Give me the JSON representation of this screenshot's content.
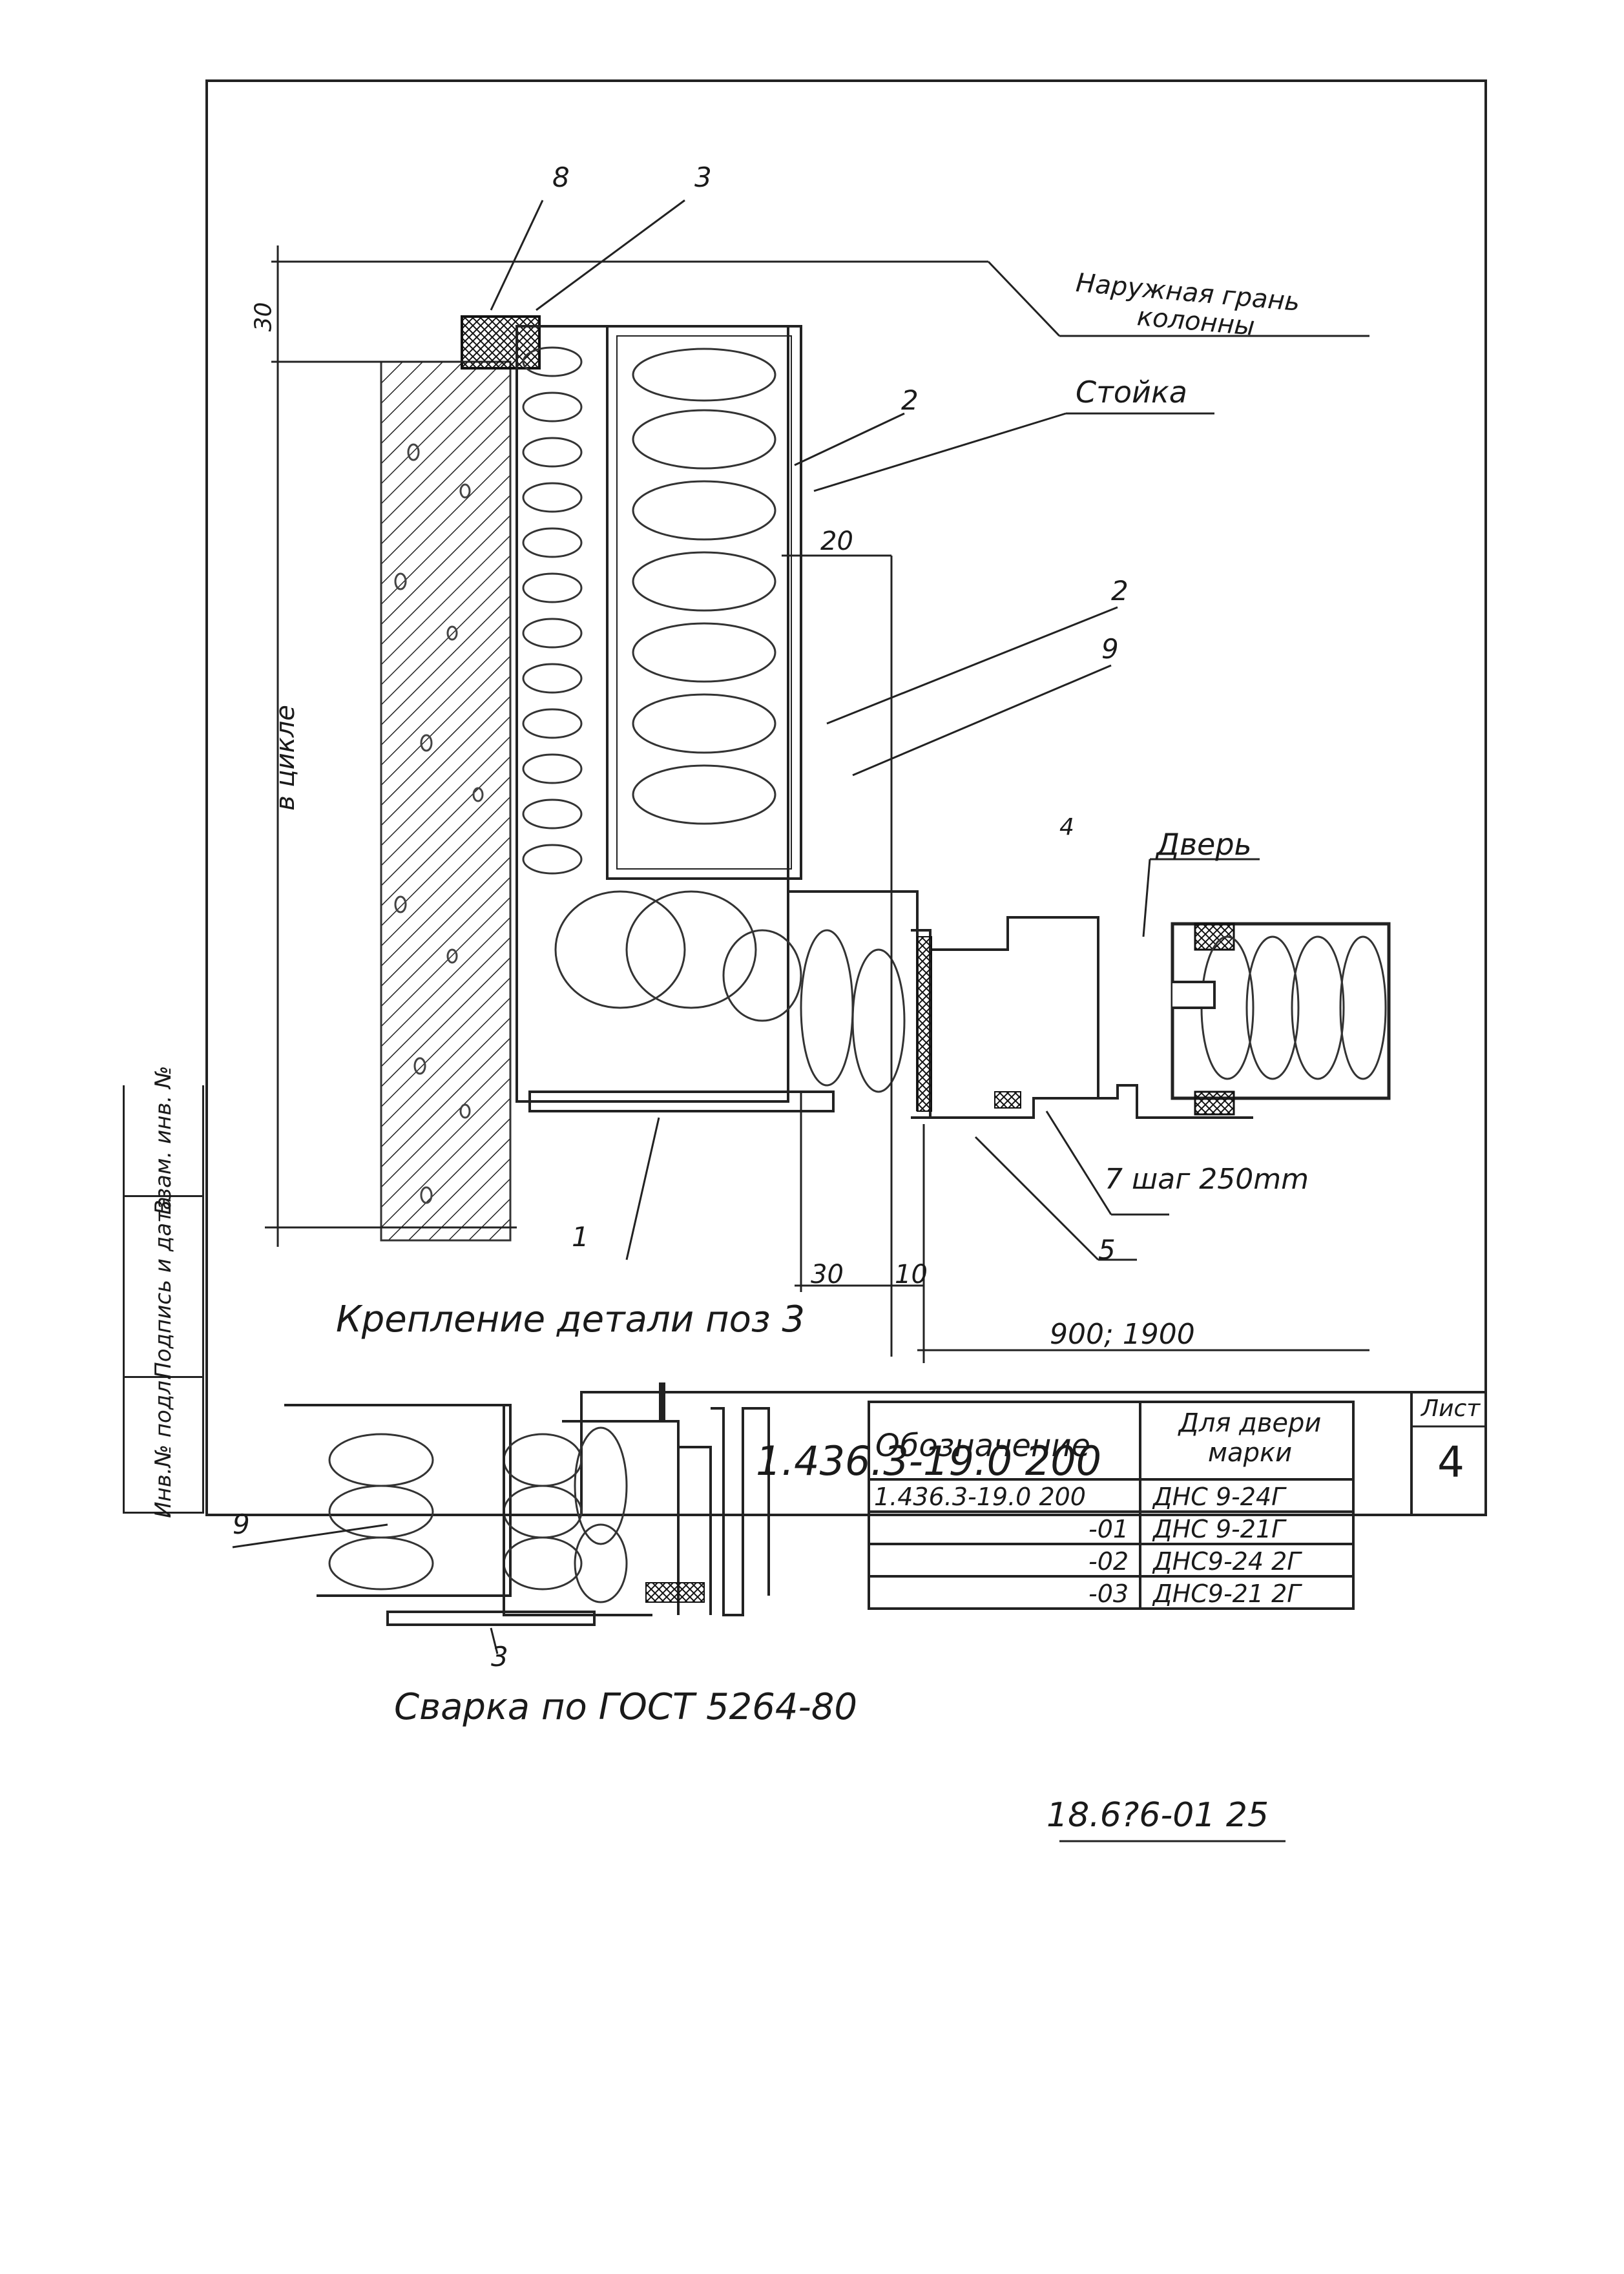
{
  "document_code": "1.436.3-19.0 200",
  "sheet": {
    "label": "Лист",
    "number": "4"
  },
  "footer_code": "18.6?6-01 25",
  "labels": {
    "outer_face_line1": "Наружная грань",
    "outer_face_line2": "колонны",
    "post": "Стойка",
    "door": "Дверь",
    "pitch": "7  шаг 250mm",
    "in_light": "в цикле",
    "fastening_caption": "Крепление детали поз 3",
    "welding_caption": "Сварка по ГОСТ 5264-80"
  },
  "position_marks": {
    "p8": "8",
    "p3": "3",
    "p2a": "2",
    "p2b": "2",
    "p9": "9",
    "p1": "1",
    "p5": "5",
    "p9b": "9",
    "p3b": "3",
    "p4": "4"
  },
  "dimensions": {
    "d30_top": "30",
    "d20": "20",
    "d30_bottom": "30",
    "d10": "10",
    "span": "900; 1900"
  },
  "table": {
    "headers": [
      "Обозначение",
      "Для двери марки"
    ],
    "rows": [
      [
        "1.436.3-19.0 200",
        "ДНС 9-24Г"
      ],
      [
        "-01",
        "ДНС 9-21Г"
      ],
      [
        "-02",
        "ДНС9-24 2Г"
      ],
      [
        "-03",
        "ДНС9-21 2Г"
      ]
    ]
  },
  "stamp_columns": [
    "Инв.№ подл.",
    "Подпись и дата",
    "Взам. инв. №"
  ]
}
